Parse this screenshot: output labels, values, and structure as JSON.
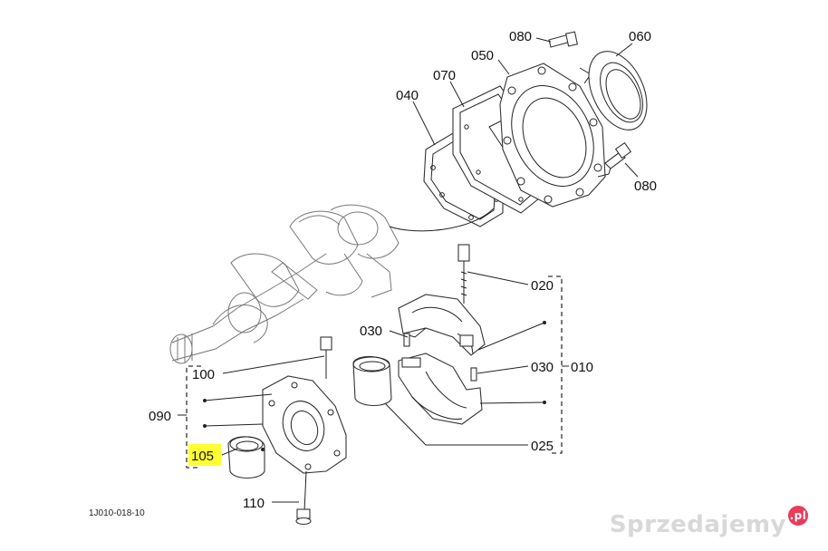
{
  "diagram_code": "1J010-018-10",
  "labels": {
    "p010": "010",
    "p020": "020",
    "p025": "025",
    "p030a": "030",
    "p030b": "030",
    "p040": "040",
    "p050": "050",
    "p060": "060",
    "p070": "070",
    "p080a": "080",
    "p080b": "080",
    "p090": "090",
    "p100": "100",
    "p105": "105",
    "p110": "110"
  },
  "highlight_color": "#ffff33",
  "watermark": {
    "text": "Sprzedajemy",
    "badge": ".pl",
    "badge_color": "#e93b5a"
  }
}
